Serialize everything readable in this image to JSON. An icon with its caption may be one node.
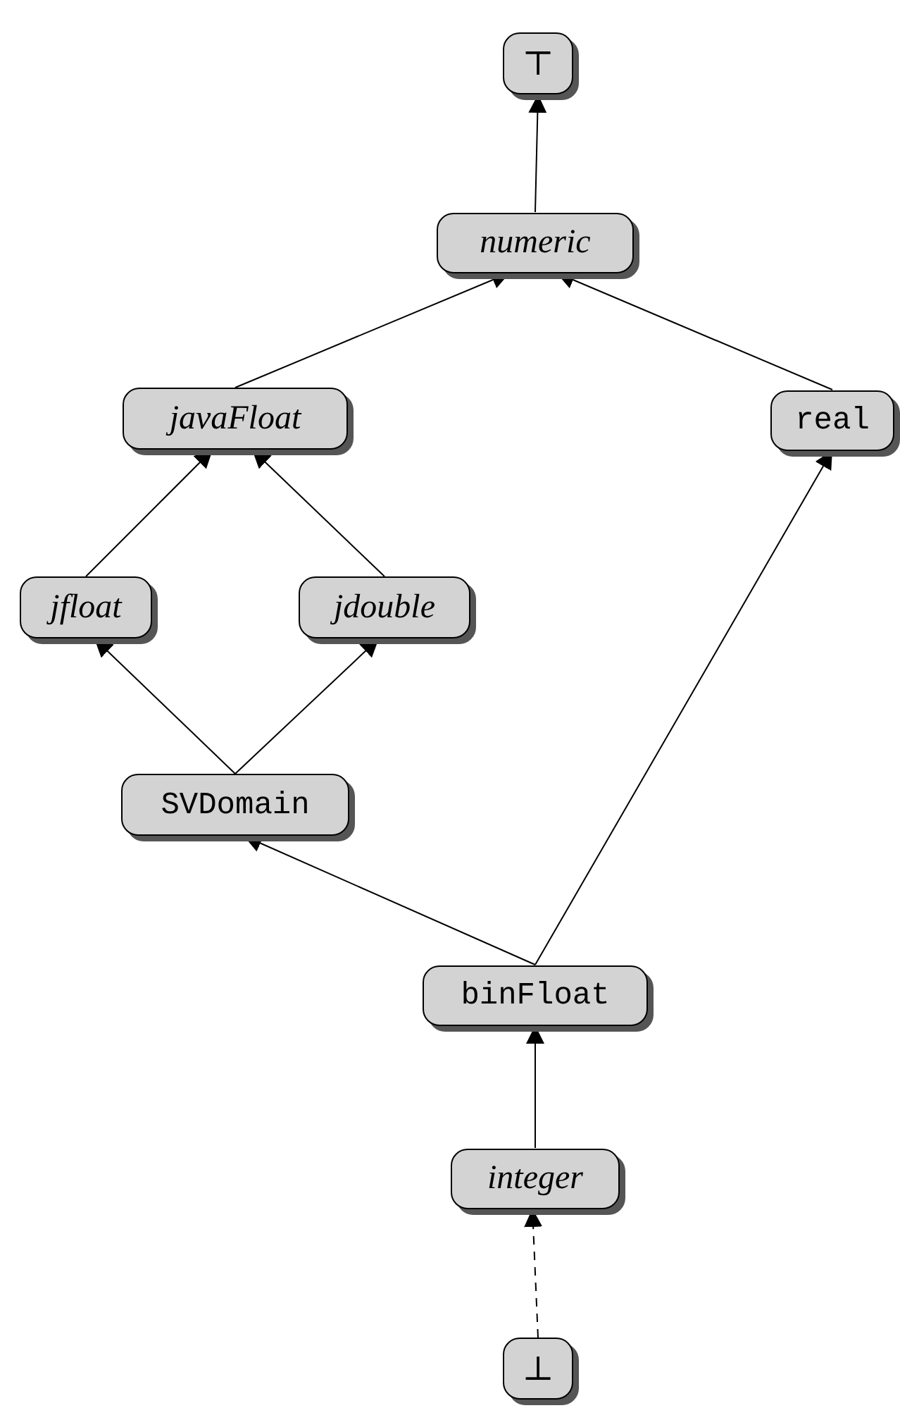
{
  "diagram": {
    "nodes": [
      {
        "text": [
          "⊤"
        ]
      },
      {
        "text": [
          "numeric"
        ]
      },
      {
        "text": [
          "javaFloat"
        ]
      },
      {
        "text": [
          "real"
        ]
      },
      {
        "text": [
          "jfloat"
        ]
      },
      {
        "text": [
          "jdouble"
        ]
      },
      {
        "text": [
          "SVDomain"
        ]
      },
      {
        "text": [
          "binFloat"
        ]
      },
      {
        "text": [
          "integer"
        ]
      },
      {
        "text": [
          "⊥"
        ]
      }
    ],
    "edges": [
      {
        "from": 1,
        "to": 0,
        "arrow": "to"
      },
      {
        "from": 2,
        "to": 1,
        "arrow": "to"
      },
      {
        "from": 3,
        "to": 1,
        "arrow": "to"
      },
      {
        "from": 4,
        "to": 2,
        "arrow": "to"
      },
      {
        "from": 5,
        "to": 2,
        "arrow": "to"
      },
      {
        "from": 6,
        "to": 4,
        "arrow": "to"
      },
      {
        "from": 6,
        "to": 5,
        "arrow": "to"
      },
      {
        "from": 7,
        "to": 6,
        "arrow": "to"
      },
      {
        "from": 7,
        "to": 3,
        "arrow": "to"
      },
      {
        "from": 8,
        "to": 7,
        "arrow": "to"
      },
      {
        "from": 9,
        "to": 8,
        "arrow": "to",
        "style": "dashed"
      }
    ]
  }
}
